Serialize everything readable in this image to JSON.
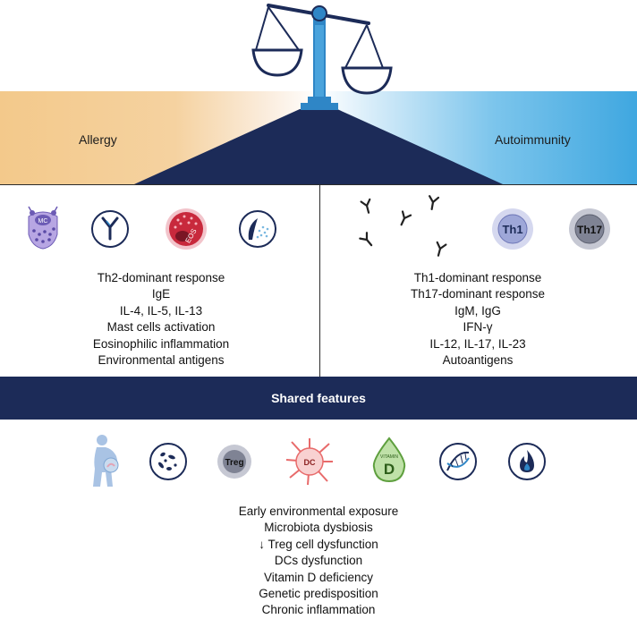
{
  "allergy": {
    "label": "Allergy",
    "features": [
      "Th2-dominant response",
      "IgE",
      "IL-4, IL-5, IL-13",
      "Mast cells activation",
      "Eosinophilic inflammation",
      "Environmental antigens"
    ],
    "icons": [
      "mast-cell-icon",
      "ige-antibody-icon",
      "eosinophil-icon",
      "environmental-antigen-icon"
    ],
    "icon_texts": {
      "mast_cell": "MC",
      "eosinophil": "EOS"
    }
  },
  "autoimmunity": {
    "label": "Autoimmunity",
    "features": [
      "Th1-dominant response",
      "Th17-dominant response",
      "IgM, IgG",
      "IFN-γ",
      "IL-12, IL-17, IL-23",
      "Autoantigens"
    ],
    "icons": [
      "antibodies-icon",
      "th1-cell-icon",
      "th17-cell-icon"
    ],
    "icon_texts": {
      "th1": "Th1",
      "th17": "Th17"
    }
  },
  "shared": {
    "title": "Shared features",
    "features": [
      "Early environmental exposure",
      "Microbiota dysbiosis",
      "↓ Treg cell dysfunction",
      "DCs dysfunction",
      "Vitamin D deficiency",
      "Genetic predisposition",
      "Chronic inflammation"
    ],
    "icons": [
      "pregnancy-icon",
      "microbiota-icon",
      "treg-cell-icon",
      "dendritic-cell-icon",
      "vitamin-d-icon",
      "dna-icon",
      "inflammation-icon"
    ],
    "icon_texts": {
      "treg": "Treg",
      "dc": "DC",
      "vitamin_label": "VITAMIN",
      "vitamin_letter": "D"
    }
  },
  "colors": {
    "navy": "#1c2b58",
    "allergy_band": "#f3c98b",
    "autoimmunity_band": "#3fa7e0",
    "scale_blue": "#2f86c6"
  }
}
